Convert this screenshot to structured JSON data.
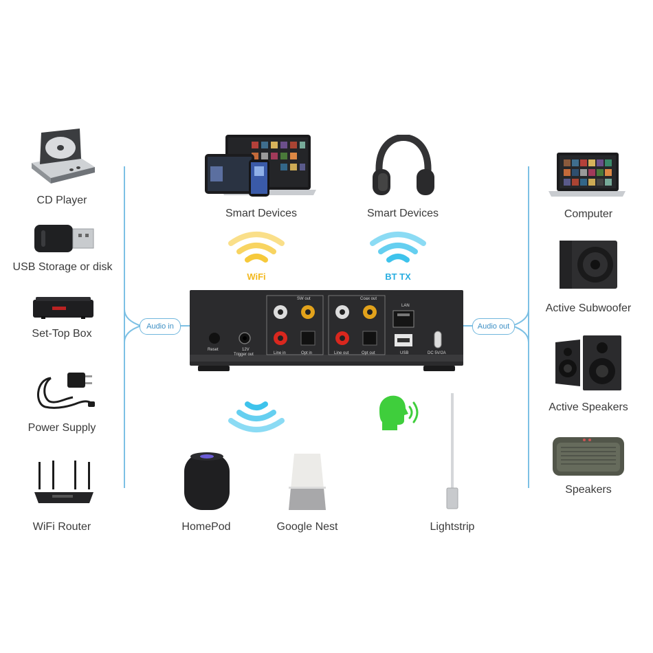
{
  "left_devices": [
    {
      "label": "CD Player",
      "icon": "cd-player-icon"
    },
    {
      "label": "USB Storage or disk",
      "icon": "usb-drive-icon"
    },
    {
      "label": "Set-Top Box",
      "icon": "set-top-box-icon"
    },
    {
      "label": "Power Supply",
      "icon": "power-adapter-icon"
    },
    {
      "label": "WiFi Router",
      "icon": "router-icon"
    }
  ],
  "right_devices": [
    {
      "label": "Computer",
      "icon": "laptop-icon"
    },
    {
      "label": "Active Subwoofer",
      "icon": "subwoofer-icon"
    },
    {
      "label": "Active Speakers",
      "icon": "bookshelf-speakers-icon"
    },
    {
      "label": "Speakers",
      "icon": "portable-speaker-icon"
    }
  ],
  "top_devices": [
    {
      "label": "Smart Devices",
      "icon": "tablet-phone-laptop-icon"
    },
    {
      "label": "Smart Devices",
      "icon": "headphones-icon"
    }
  ],
  "bottom_devices": [
    {
      "label": "HomePod",
      "icon": "homepod-icon"
    },
    {
      "label": "Google Nest",
      "icon": "google-nest-icon"
    },
    {
      "label": "Lightstrip",
      "icon": "lightstrip-icon"
    }
  ],
  "connections": {
    "audio_in": "Audio in",
    "audio_out": "Audio out",
    "wifi": "WiFi",
    "bt": "BT TX"
  },
  "panel": {
    "reset": "Reset",
    "trigger": "12V\nTrigger out",
    "sw_out": "SW out",
    "line_in": "Line in",
    "opt_in": "Opt in",
    "coax_out": "Coax out",
    "line_out": "Line out",
    "opt_out": "Opt out",
    "lan": "LAN",
    "usb": "USB",
    "dc": "DC 5V/2A"
  },
  "colors": {
    "line": "#7cc0e4",
    "wifi": "#f6c93a",
    "bt": "#3ec3ec",
    "voice": "#3fce3c",
    "device_body": "#2b2b2b"
  }
}
